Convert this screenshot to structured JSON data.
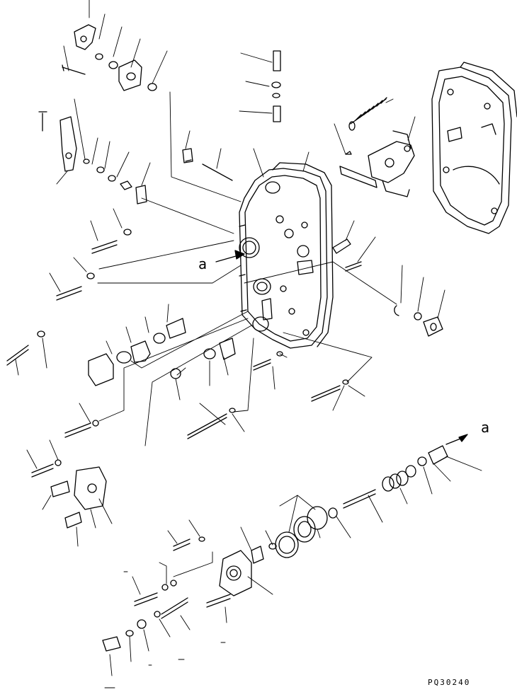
{
  "diagram": {
    "view_labels": {
      "a_upper": "a",
      "a_lower": "a"
    },
    "part_code": "PQ30240"
  }
}
